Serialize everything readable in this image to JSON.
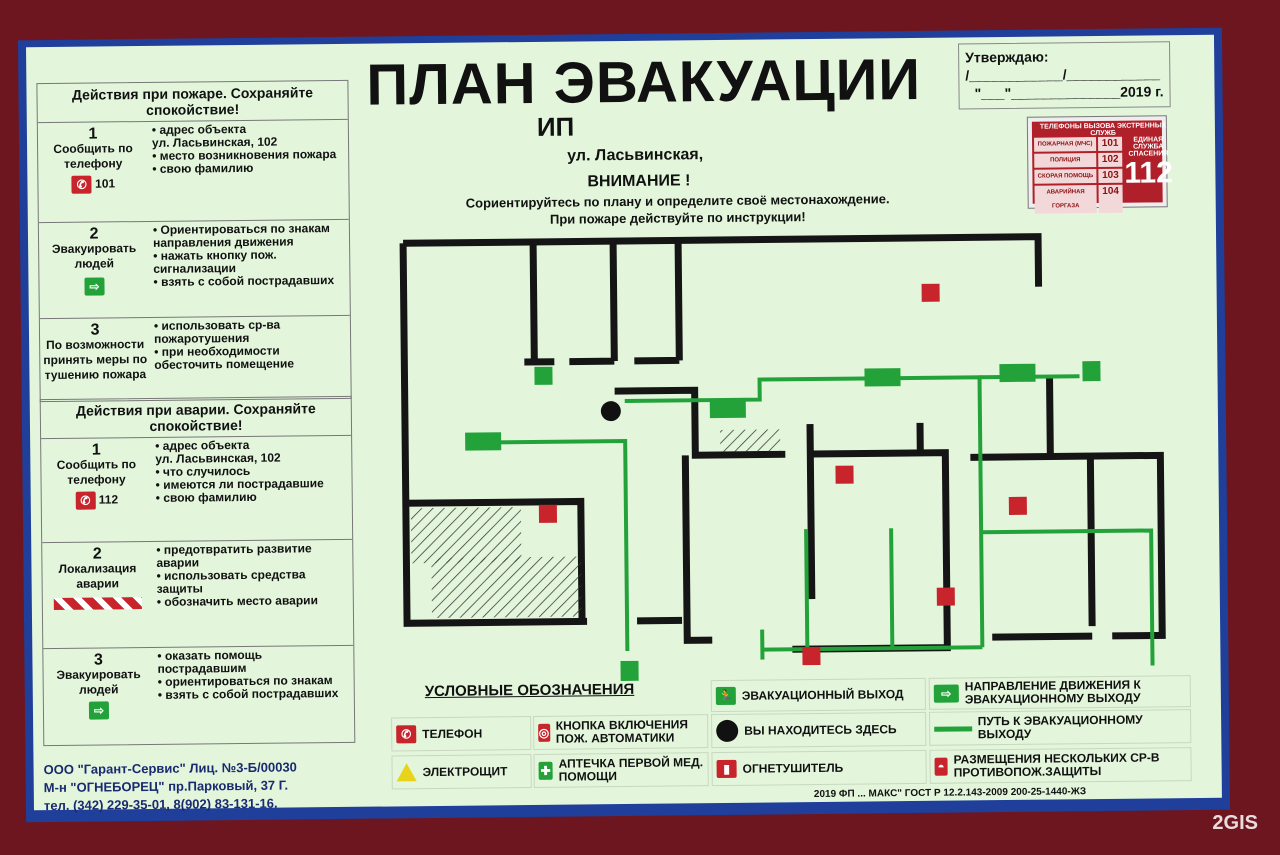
{
  "header": {
    "title": "ПЛАН ЭВАКУАЦИИ",
    "org": "ИП",
    "street": "ул. Ласьвинская,",
    "attention": "ВНИМАНИЕ !",
    "instruction_1": "Сориентируйтесь по плану и определите своё местонахождение.",
    "instruction_2": "При пожаре действуйте по инструкции!"
  },
  "approve": {
    "label": "Утверждаю:",
    "line2": "/____________/____________",
    "line3": "\"___\"______________2019 г."
  },
  "emergency_phones": {
    "title": "ТЕЛЕФОНЫ ВЫЗОВА ЭКСТРЕННЫХ СЛУЖБ",
    "rows": [
      {
        "service": "ПОЖАРНАЯ (МЧС)",
        "number": "101"
      },
      {
        "service": "ПОЛИЦИЯ",
        "number": "102"
      },
      {
        "service": "СКОРАЯ ПОМОЩЬ",
        "number": "103"
      },
      {
        "service": "АВАРИЙНАЯ ГОРГАЗА",
        "number": "104"
      }
    ],
    "unified_label": "ЕДИНАЯ СЛУЖБА СПАСЕНИЯ",
    "unified_number": "112"
  },
  "fire_panel": {
    "heading": "Действия при пожаре. Сохраняйте спокойствие!",
    "steps": [
      {
        "num": "1",
        "label": "Сообщить по телефону",
        "phone": "101",
        "items": [
          "адрес объекта",
          "ул. Ласьвинская, 102",
          "место возникновения пожара",
          "свою фамилию"
        ]
      },
      {
        "num": "2",
        "label": "Эвакуировать людей",
        "items": [
          "Ориентироваться по знакам направления движения",
          "нажать кнопку пож. сигнализации",
          "взять с собой пострадавших"
        ]
      },
      {
        "num": "3",
        "label": "По возможности принять меры по тушению пожара",
        "items": [
          "использовать ср-ва пожаротушения",
          "при необходимости обесточить помещение"
        ]
      }
    ]
  },
  "accident_panel": {
    "heading": "Действия при аварии. Сохраняйте спокойствие!",
    "steps": [
      {
        "num": "1",
        "label": "Сообщить по телефону",
        "phone": "112",
        "items": [
          "адрес объекта",
          "ул. Ласьвинская, 102",
          "что случилось",
          "имеются ли пострадавшие",
          "свою фамилию"
        ]
      },
      {
        "num": "2",
        "label": "Локализация аварии",
        "items": [
          "предотвратить развитие аварии",
          "использовать средства защиты",
          "обозначить место аварии"
        ]
      },
      {
        "num": "3",
        "label": "Эвакуировать людей",
        "items": [
          "оказать помощь пострадавшим",
          "ориентироваться по знакам",
          "взять с собой пострадавших"
        ]
      }
    ]
  },
  "legend": {
    "title": "УСЛОВНЫЕ ОБОЗНАЧЕНИЯ",
    "items": [
      "ТЕЛЕФОН",
      "КНОПКА ВКЛЮЧЕНИЯ ПОЖ. АВТОМАТИКИ",
      "ЭЛЕКТРОЩИТ",
      "АПТЕЧКА ПЕРВОЙ МЕД. ПОМОЩИ",
      "ЭВАКУАЦИОННЫЙ ВЫХОД",
      "ВЫ НАХОДИТЕСЬ ЗДЕСЬ",
      "ОГНЕТУШИТЕЛЬ",
      "НАПРАВЛЕНИЕ ДВИЖЕНИЯ К ЭВАКУАЦИОННОМУ ВЫХОДУ",
      "ПУТЬ К ЭВАКУАЦИОННОМУ ВЫХОДУ",
      "РАЗМЕЩЕНИЯ НЕСКОЛЬКИХ СР-В ПРОТИВОПОЖ.ЗАЩИТЫ"
    ]
  },
  "footer": {
    "line1": "ООО \"Гарант-Сервис\" Лиц. №3-Б/00030",
    "line2": "М-н \"ОГНЕБОРЕЦ\" пр.Парковый, 37 Г.",
    "line3": "тел. (342) 229-35-01, 8(902) 83-131-16.",
    "gost": "2019 ФП ... МАКС\"  ГОСТ Р 12.2.143-2009  200-25-1440-ЖЗ"
  },
  "watermark": "2GIS",
  "colors": {
    "board_border": "#1f3f9a",
    "panel": "#e3f6dc",
    "route": "#24a23a",
    "sign_red": "#c8242c",
    "background": "#6e1620"
  }
}
